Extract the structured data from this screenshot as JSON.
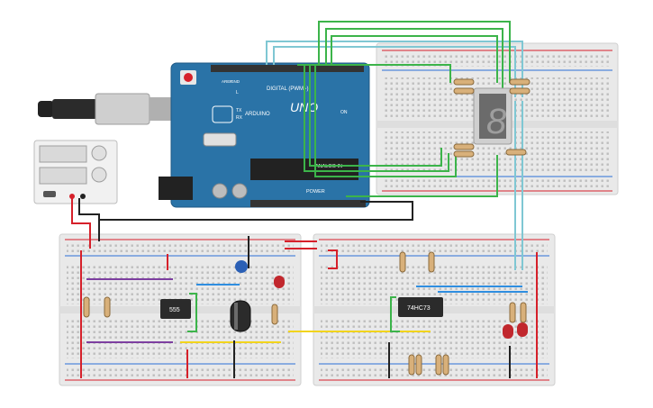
{
  "arduino": {
    "uno_text": "UNO",
    "brand_text": "ARDUINO",
    "digital_label": "DIGITAL (PWM~)",
    "power_label": "POWER",
    "analog_label": "ANALOG IN",
    "on_label": "ON",
    "tx_label": "TX",
    "rx_label": "RX",
    "l_label": "L",
    "aref_label": "AREF",
    "gnd_label": "GND"
  },
  "ic_555": {
    "label": "555"
  },
  "ic_74hc73": {
    "label": "74HC73"
  },
  "seven_segment": {
    "digit": "8"
  },
  "colors": {
    "arduino_board": "#2a73a7",
    "breadboard": "#ebebeb",
    "wire_green": "#3cb44a",
    "wire_cyan": "#7fc7d3",
    "wire_red": "#d6202a",
    "wire_black": "#222222",
    "wire_yellow": "#f2d41c",
    "wire_purple": "#7d3fa0",
    "wire_blue": "#2f8ee0",
    "led_red": "#c1272d"
  }
}
